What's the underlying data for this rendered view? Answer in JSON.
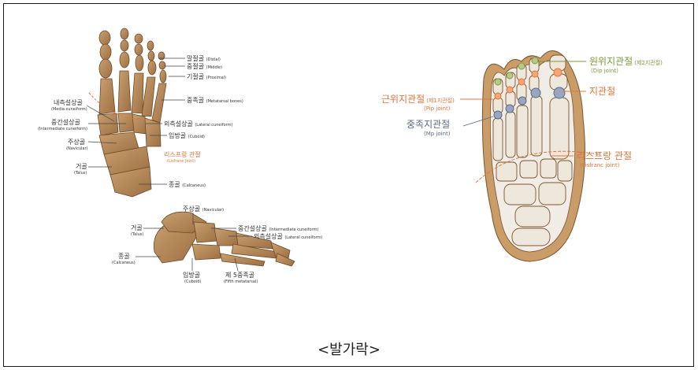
{
  "caption": "<발가락>",
  "top_view": {
    "distal": "말절골",
    "distal_en": "(Distal)",
    "middle": "중절골",
    "middle_en": "(Middle)",
    "proximal": "기절골",
    "proximal_en": "(Proximal)",
    "metatarsal": "중족골",
    "metatarsal_en": "(Metatarsal bones)",
    "medial_cuneiform": "내측설상골",
    "medial_cuneiform_en": "(Media cuneiform)",
    "intermediate_cuneiform": "중간설상골",
    "intermediate_cuneiform_en": "(Intermediate cuneiform)",
    "lateral_cuneiform": "외측설상골",
    "lateral_cuneiform_en": "(Lateral cuneiform)",
    "navicular": "주상골",
    "navicular_en": "(Navicular)",
    "cuboid": "입방골",
    "cuboid_en": "(Cuboid)",
    "lisfranc": "리스프랑 관절",
    "lisfranc_en": "(Lisfranc Joint)",
    "talus": "거골",
    "talus_en": "(Talus)",
    "calcaneus": "종골",
    "calcaneus_en": "(Calcaneus)"
  },
  "side_view": {
    "navicular": "주상골",
    "navicular_en": "(Navicular)",
    "talus": "거골",
    "talus_en": "(Talus)",
    "intermediate_cuneiform": "중간설상골",
    "intermediate_cuneiform_en": "(Intermediate cuneiform)",
    "lateral_cuneiform": "외측설상골",
    "lateral_cuneiform_en": "(Lateral cuneiform)",
    "calcaneus": "종골",
    "calcaneus_en": "(Calcaneus)",
    "cuboid": "입방골",
    "cuboid_en": "(Cuboid)",
    "fifth_metatarsal": "제 5중족골",
    "fifth_metatarsal_en": "(Fifth metatarsal)"
  },
  "joint_view": {
    "dip": "원위지관절",
    "dip_sub": "(제2지관절)",
    "dip_en": "(Dip joint)",
    "pip": "근위지관절",
    "pip_sub": "(제1지관절)",
    "pip_en": "(Pip joint)",
    "ip": "지관절",
    "mp": "중족지관절",
    "mp_en": "(Mp joint)",
    "lisfranc": "리스프랑 관절",
    "lisfranc_en": "(Lisfranc joint)"
  },
  "colors": {
    "bone": "#b8895a",
    "bone_dark": "#7a5530",
    "olive": "#7d9a3c",
    "orange": "#e4733a",
    "blue": "#5a6a8a",
    "skin": "#c99c68"
  }
}
